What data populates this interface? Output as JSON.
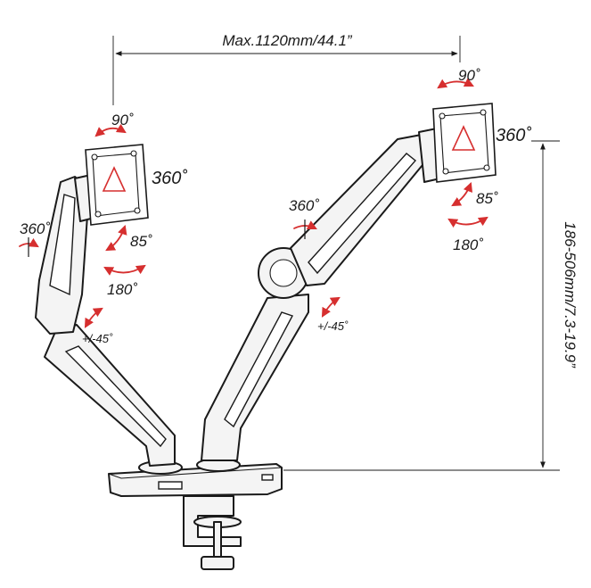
{
  "colors": {
    "line": "#1a1a1a",
    "accent_red": "#d62f2f",
    "arm_fill": "#f4f4f4"
  },
  "icons": {
    "rotation_arrow": "curved-double-arrow-icon",
    "swivel_arrow": "swivel-360-icon"
  },
  "dimensions": {
    "max_width": "Max.1120mm/44.1”",
    "height_range": "186-506mm/7.3-19.9”"
  },
  "left_arm": {
    "tilt_up": "90˚",
    "rotation": "360˚",
    "swivel": "360˚",
    "tilt_down": "85˚",
    "pan": "180˚",
    "lean": "+/-45˚"
  },
  "right_arm": {
    "tilt_up": "90˚",
    "rotation": "360˚",
    "swivel": "360˚",
    "tilt_down": "85˚",
    "pan": "180˚",
    "lean": "+/-45˚"
  }
}
